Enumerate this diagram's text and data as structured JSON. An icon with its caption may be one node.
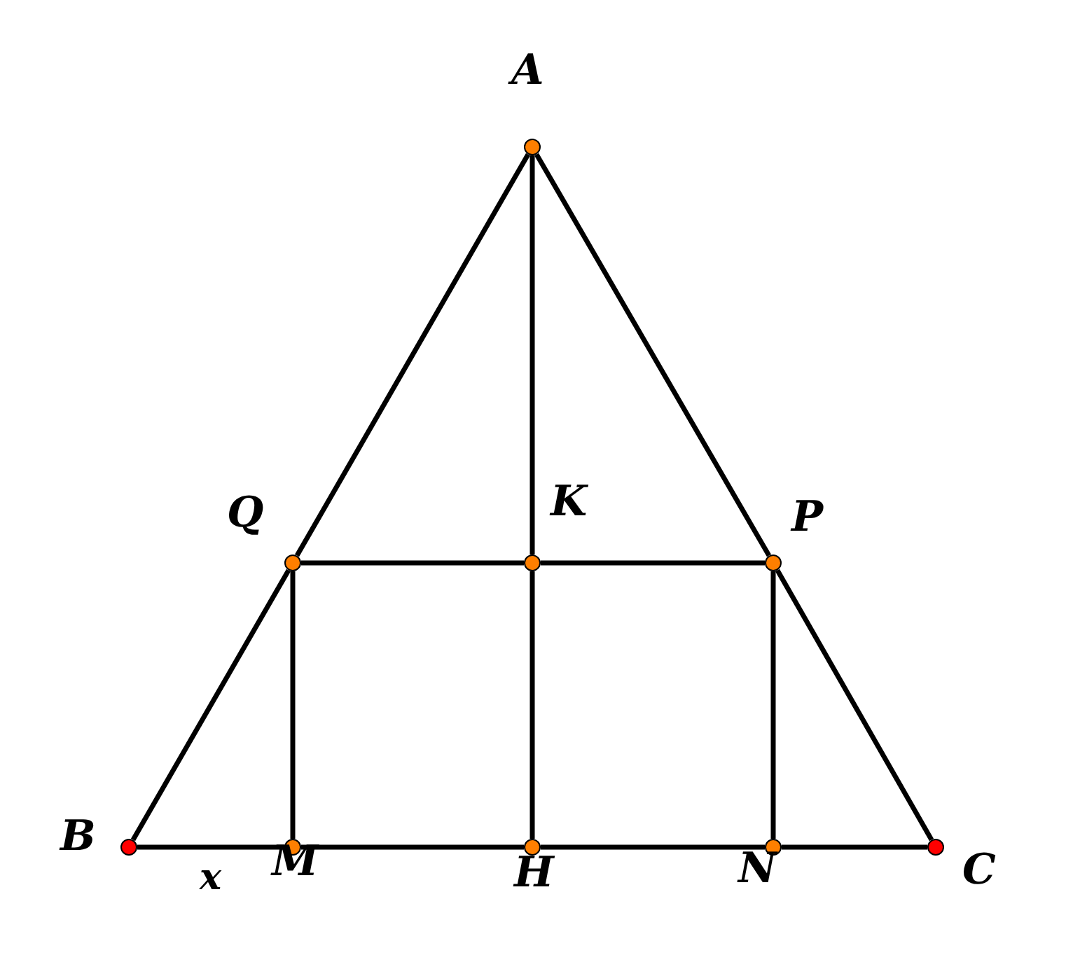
{
  "diagram": {
    "nodes": [
      {
        "text": [
          "A"
        ]
      },
      {
        "text": [
          "Q"
        ]
      },
      {
        "text": [
          "K"
        ]
      },
      {
        "text": [
          "P"
        ]
      },
      {
        "text": [
          "B"
        ]
      },
      {
        "text": [
          "M"
        ]
      },
      {
        "text": [
          "H"
        ]
      },
      {
        "text": [
          "N"
        ]
      },
      {
        "text": [
          "C"
        ]
      }
    ],
    "edges": [
      {
        "from": 0,
        "to": 1,
        "arrow": "none"
      },
      {
        "from": 1,
        "to": 4,
        "arrow": "none"
      },
      {
        "from": 0,
        "to": 3,
        "arrow": "none"
      },
      {
        "from": 3,
        "to": 8,
        "arrow": "none"
      },
      {
        "from": 0,
        "to": 2,
        "arrow": "none"
      },
      {
        "from": 2,
        "to": 6,
        "arrow": "none"
      },
      {
        "from": 4,
        "to": 5,
        "arrow": "none",
        "label": "x"
      },
      {
        "from": 5,
        "to": 6,
        "arrow": "none"
      },
      {
        "from": 6,
        "to": 7,
        "arrow": "none"
      },
      {
        "from": 7,
        "to": 8,
        "arrow": "none"
      },
      {
        "from": 1,
        "to": 2,
        "arrow": "none"
      },
      {
        "from": 2,
        "to": 3,
        "arrow": "none"
      },
      {
        "from": 1,
        "to": 5,
        "arrow": "none"
      },
      {
        "from": 3,
        "to": 7,
        "arrow": "none"
      }
    ]
  }
}
